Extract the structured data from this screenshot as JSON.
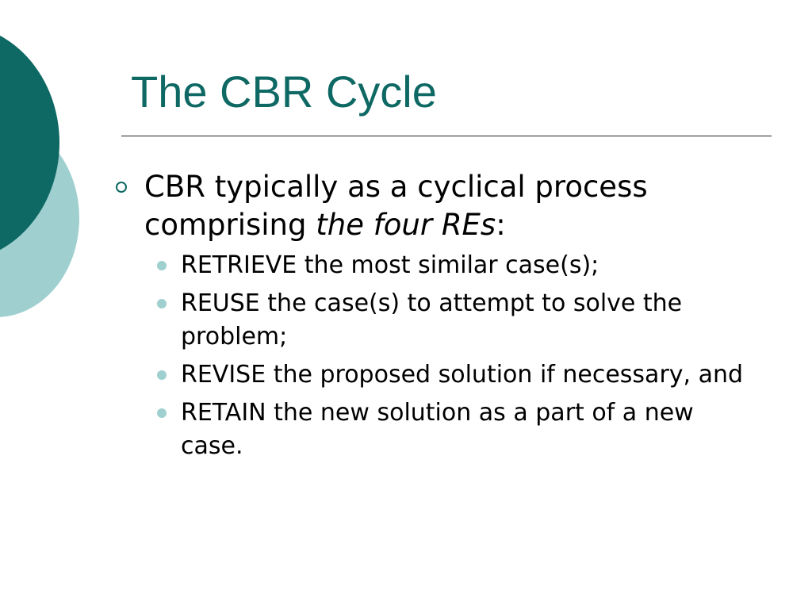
{
  "slide": {
    "title": "The CBR Cycle",
    "colors": {
      "accent_dark": "#0e6863",
      "accent_light": "#9fcfcf",
      "rule": "#222222"
    },
    "bullet": {
      "text_before": "CBR typically as a cyclical process comprising ",
      "text_emphasis": "the four REs",
      "text_after": ":",
      "marker_icon": "hollow-circle-icon",
      "sub_marker_icon": "filled-dot-icon",
      "sub_items": [
        "RETRIEVE the most similar case(s);",
        "REUSE the case(s) to attempt to solve the problem;",
        "REVISE the proposed solution if necessary, and",
        "RETAIN the new solution as a part of a new case."
      ]
    }
  }
}
